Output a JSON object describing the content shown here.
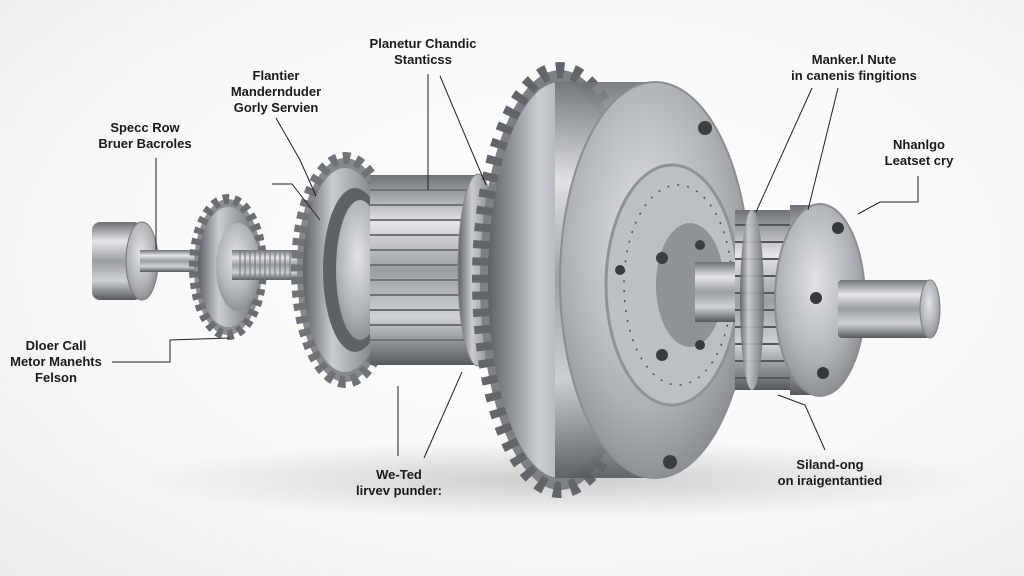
{
  "diagram": {
    "type": "exploded-view gear assembly illustration",
    "background_color": "#f7f7f7",
    "metal_color": "#a9acb0",
    "leader_line_color": "#222222",
    "labels": [
      {
        "id": "top-center",
        "lines": [
          "Planetur Chandic",
          "Stanticss"
        ]
      },
      {
        "id": "upper-left",
        "lines": [
          "Flantier",
          "Mandernduder",
          "Gorly Servien"
        ]
      },
      {
        "id": "left",
        "lines": [
          "Specc Row",
          "Bruer Bacroles"
        ]
      },
      {
        "id": "top-right",
        "lines": [
          "Manker.l Nute",
          "in canenis fingitions"
        ]
      },
      {
        "id": "right",
        "lines": [
          "Nhanlgo",
          "Leatset cry"
        ]
      },
      {
        "id": "lower-left",
        "lines": [
          "Dloer Call",
          "Metor Manehts",
          "Felson"
        ]
      },
      {
        "id": "bottom-center",
        "lines": [
          "We-Ted",
          "lirvev punder:"
        ]
      },
      {
        "id": "bottom-right",
        "lines": [
          "Siland-ong",
          "on iraigentantied"
        ]
      }
    ],
    "components": [
      "end-cap-cylinder",
      "input-shaft",
      "small-spur-gear",
      "threaded-shaft",
      "medium-spur-gear",
      "splined-sun-gear",
      "large-ring-gear",
      "carrier-plate",
      "output-spline-cage",
      "output-flange",
      "output-shaft"
    ]
  }
}
